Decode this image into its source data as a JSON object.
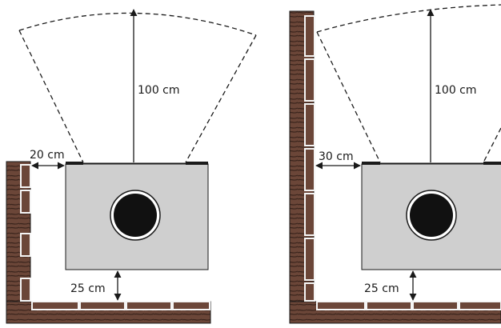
{
  "left_diagram": {
    "clearance_top_label": "100 cm",
    "clearance_side_label": "20 cm",
    "clearance_bottom_label": "25 cm"
  },
  "right_diagram": {
    "clearance_top_label": "100 cm",
    "clearance_side_label": "30 cm",
    "clearance_bottom_label": "25 cm"
  },
  "colors": {
    "wall_brown": "#6b4638",
    "wall_dark": "#3a241c",
    "heater_gray": "#cfcfcf",
    "heater_outline": "#1a1a1a",
    "line": "#1a1a1a"
  }
}
